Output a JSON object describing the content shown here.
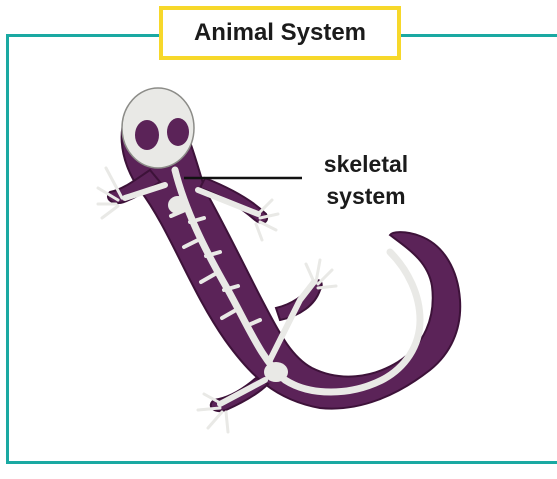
{
  "title": "Animal System",
  "label": {
    "line1": "skeletal",
    "line2": "system"
  },
  "colors": {
    "frame": "#1aa9a2",
    "title_border": "#f7d82a",
    "body": "#5b2358",
    "bone": "#e9e9e6"
  },
  "illustration": "salamander-skeleton"
}
